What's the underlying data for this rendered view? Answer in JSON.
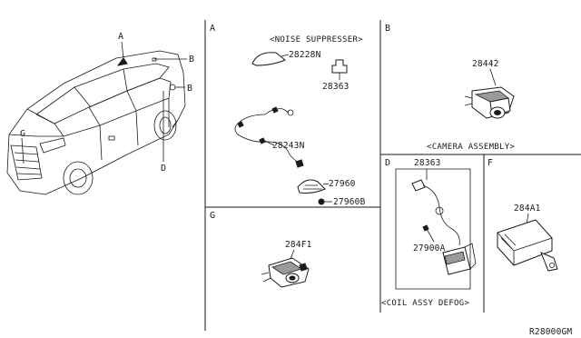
{
  "sections": {
    "A": "A",
    "B": "B",
    "D": "D",
    "F": "F",
    "G": "G"
  },
  "car_callouts": {
    "top_A": "A",
    "roof_B": "B",
    "rear_B": "B",
    "front_G": "G",
    "door_D": "D"
  },
  "captions": {
    "noise_suppresser": "<NOISE SUPPRESSER>",
    "camera_assembly": "<CAMERA ASSEMBLY>",
    "coil_assy_defog": "<COIL ASSY DEFOG>"
  },
  "part_numbers": {
    "p28228N": "28228N",
    "p28363a": "28363",
    "p28243N": "28243N",
    "p27960": "27960",
    "p27960B": "27960B",
    "p28442": "28442",
    "p28363b": "28363",
    "p27900A": "27900A",
    "p284A1": "284A1",
    "p284F1": "284F1"
  },
  "diagram_code": "R28000GM"
}
